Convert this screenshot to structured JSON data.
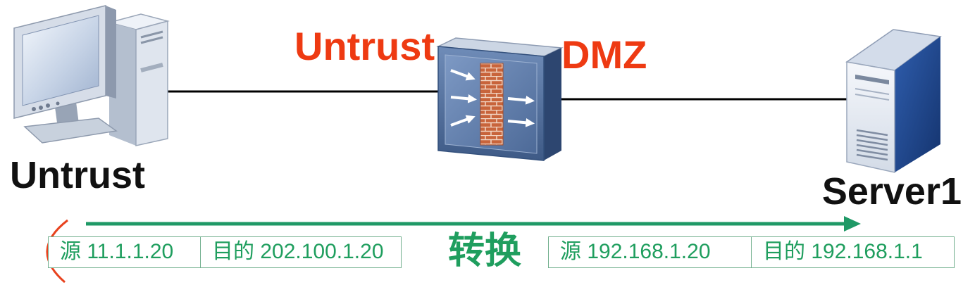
{
  "zones": {
    "left_zone_label": "Untrust",
    "right_zone_label": "DMZ"
  },
  "nodes": {
    "client_label": "Untrust",
    "server_label": "Server1"
  },
  "translation": {
    "label": "转换"
  },
  "packet_before": {
    "source": "源 11.1.1.20",
    "destination": "目的 202.100.1.20"
  },
  "packet_after": {
    "source": "源 192.168.1.20",
    "destination": "目的 192.168.1.1"
  },
  "icons": {
    "client": "pc-icon",
    "firewall": "firewall-icon",
    "server": "server-icon",
    "flow": "flow-arrow-icon",
    "bracket": "return-bracket-icon"
  },
  "colors": {
    "zone_label": "#ee3a12",
    "node_label": "#111111",
    "translation": "#1f9e5e",
    "bracket": "#e8421e",
    "link": "#000000"
  }
}
